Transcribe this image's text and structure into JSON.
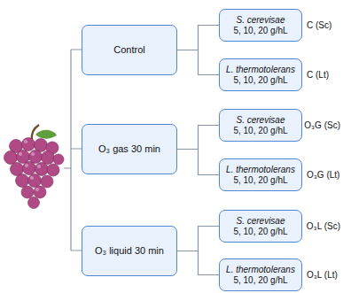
{
  "diagram": {
    "nodes": [
      {
        "text": [
          "Control"
        ]
      },
      {
        "text": [
          "S. cerevisae",
          "5, 10, 20 g/hL"
        ]
      },
      {
        "text": [
          "L. thermotolerans",
          "5, 10, 20 g/hL"
        ]
      },
      {
        "text": [
          "O₃ gas 30 min"
        ]
      },
      {
        "text": [
          "S. cerevisae",
          "5, 10, 20 g/hL"
        ]
      },
      {
        "text": [
          "L. thermotolerans",
          "5, 10, 20 g/hL"
        ]
      },
      {
        "text": [
          "O₃ liquid 30 min"
        ]
      },
      {
        "text": [
          "S. cerevisae",
          "5, 10, 20 g/hL"
        ]
      },
      {
        "text": [
          "L. thermotolerans",
          "5, 10, 20 g/hL"
        ]
      }
    ],
    "edges": [
      {
        "from": 0,
        "to": 1,
        "arrow": "none"
      },
      {
        "from": 0,
        "to": 2,
        "arrow": "none"
      },
      {
        "from": 3,
        "to": 4,
        "arrow": "none"
      },
      {
        "from": 3,
        "to": 5,
        "arrow": "none"
      },
      {
        "from": 6,
        "to": 7,
        "arrow": "none"
      },
      {
        "from": 6,
        "to": 8,
        "arrow": "none"
      }
    ],
    "labels": [
      "C (Sc)",
      "C (Lt)",
      "O₃G (Sc)",
      "O₃G (Lt)",
      "O₃L (Sc)",
      "O₃L (Lt)"
    ]
  }
}
